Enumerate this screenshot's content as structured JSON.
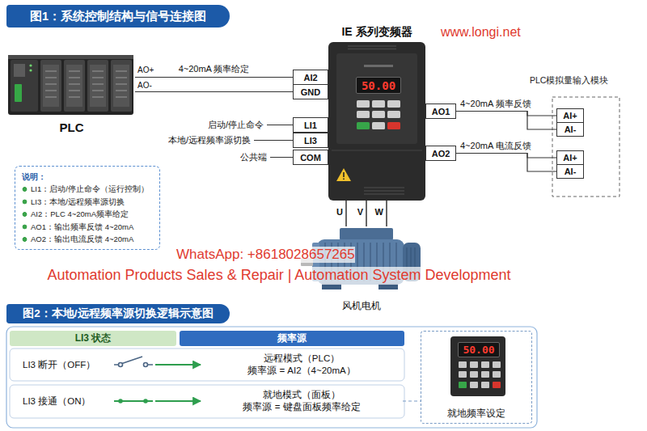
{
  "diagram": {
    "nodes": [
      {
        "text": [
          "图1：系统控制结构与信号连接图"
        ]
      },
      {
        "text": [
          "PLC"
        ]
      },
      {
        "text": [
          "IE 系列变频器"
        ]
      },
      {
        "text": [
          "50.00"
        ],
        "in": 2
      },
      {
        "text": [
          "AI2"
        ]
      },
      {
        "text": [
          "GND"
        ]
      },
      {
        "text": [
          "LI1"
        ]
      },
      {
        "text": [
          "LI3"
        ]
      },
      {
        "text": [
          "COM"
        ]
      },
      {
        "text": [
          "AO1"
        ]
      },
      {
        "text": [
          "AO2"
        ]
      },
      {
        "text": [
          "PLC模拟量输入模块"
        ]
      },
      {
        "text": [
          "AI+"
        ],
        "in": 11
      },
      {
        "text": [
          "AI-"
        ],
        "in": 11
      },
      {
        "text": [
          "AI+"
        ],
        "in": 11
      },
      {
        "text": [
          "AI-"
        ],
        "in": 11
      },
      {
        "text": [
          "说明：",
          "LI1：启动/停止命令（运行控制）",
          "LI3：本地/远程频率源切换",
          "AI2：PLC 4~20mA频率给定",
          "AO1：输出频率反馈 4~20mA",
          "AO2：输出电流反馈 4~20mA"
        ]
      },
      {
        "text": [
          "风机电机"
        ]
      },
      {
        "text": [
          "图2：本地/远程频率源切换逻辑示意图"
        ]
      },
      {
        "text": [
          "LI3 状态"
        ]
      },
      {
        "text": [
          "频率源"
        ]
      },
      {
        "text": [
          "LI3 断开（OFF）"
        ]
      },
      {
        "text": [
          "远程模式（PLC）",
          "频率源 = AI2（4~20mA）"
        ]
      },
      {
        "text": [
          "LI3 接通（ON）"
        ]
      },
      {
        "text": [
          "就地模式（面板）",
          "频率源 = 键盘面板频率给定"
        ]
      },
      {
        "text": [
          "就地频率设定"
        ]
      },
      {
        "text": [
          "50.00"
        ],
        "in": 25
      }
    ],
    "edges": [
      {
        "from": 1,
        "to": 4,
        "arrow": "none",
        "label": "4~20mA 频率给定"
      },
      {
        "from": 1,
        "to": 5,
        "arrow": "none"
      },
      {
        "from": 9,
        "to": 12,
        "arrow": "none",
        "label": "4~20mA 频率反馈"
      },
      {
        "from": 9,
        "to": 13,
        "arrow": "none"
      },
      {
        "from": 10,
        "to": 14,
        "arrow": "none",
        "label": "4~20mA 电流反馈"
      },
      {
        "from": 10,
        "to": 15,
        "arrow": "none"
      },
      {
        "from": 2,
        "to": 17,
        "arrow": "none",
        "label": "U"
      },
      {
        "from": 2,
        "to": 17,
        "arrow": "none",
        "label": "V"
      },
      {
        "from": 2,
        "to": 17,
        "arrow": "none",
        "label": "W"
      },
      {
        "from": 21,
        "to": 22,
        "arrow": "to"
      },
      {
        "from": 23,
        "to": 24,
        "arrow": "to"
      },
      {
        "from": 24,
        "to": 25,
        "arrow": "none"
      }
    ],
    "labels": [
      "AO+",
      "AO-",
      "启动/停止命令",
      "本地/远程频率源切换",
      "公共端",
      "www.longi.net",
      "WhatsApp: +8618028657265",
      "Automation Products Sales & Repair | Automation System Development"
    ]
  }
}
